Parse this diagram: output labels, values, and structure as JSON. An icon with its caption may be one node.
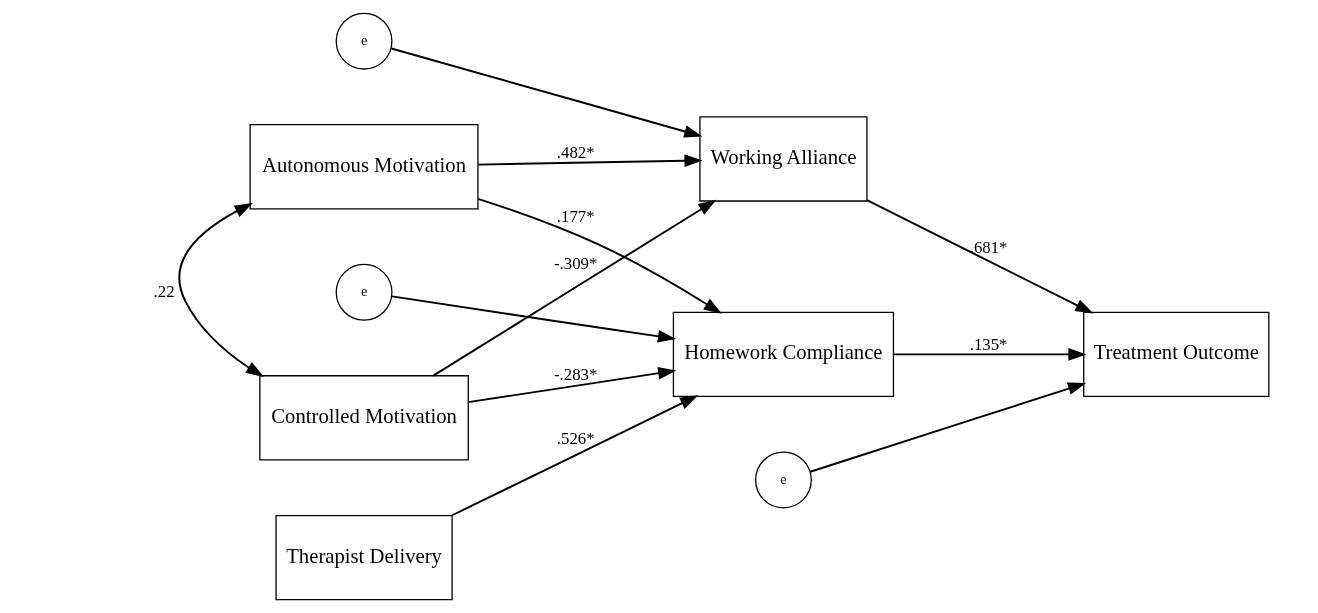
{
  "diagram": {
    "nodes": [
      {
        "text": [
          "Autonomous Motivation"
        ]
      },
      {
        "text": [
          "Controlled Motivation"
        ]
      },
      {
        "text": [
          "Working Alliance"
        ]
      },
      {
        "text": [
          "Homework Compliance"
        ]
      },
      {
        "text": [
          "Therapist Delivery"
        ]
      },
      {
        "text": [
          "Treatment Outcome"
        ]
      },
      {
        "text": [
          "e"
        ]
      },
      {
        "text": [
          "e"
        ]
      },
      {
        "text": [
          "e"
        ]
      }
    ],
    "edges": [
      {
        "from": 0,
        "to": 2,
        "arrow": "to",
        "label": ".482*"
      },
      {
        "from": 0,
        "to": 3,
        "arrow": "to",
        "label": ".177*"
      },
      {
        "from": 1,
        "to": 2,
        "arrow": "to",
        "label": "-.309*"
      },
      {
        "from": 1,
        "to": 3,
        "arrow": "to",
        "label": "-.283*"
      },
      {
        "from": 4,
        "to": 3,
        "arrow": "to",
        "label": ".526*"
      },
      {
        "from": 0,
        "to": 1,
        "arrow": "both",
        "label": ".22"
      },
      {
        "from": 2,
        "to": 5,
        "arrow": "to",
        "label": ".681*"
      },
      {
        "from": 3,
        "to": 5,
        "arrow": "to",
        "label": ".135*"
      },
      {
        "from": 6,
        "to": 2,
        "arrow": "to"
      },
      {
        "from": 7,
        "to": 5,
        "arrow": "to"
      },
      {
        "from": 8,
        "to": 3,
        "arrow": "to"
      }
    ]
  }
}
